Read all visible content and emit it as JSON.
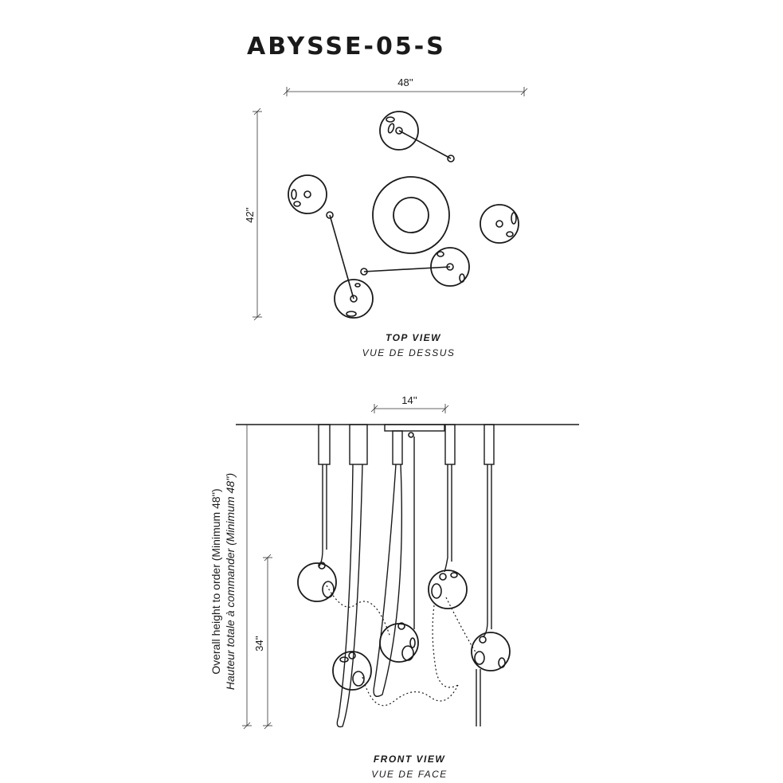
{
  "title": "ABYSSE-05-S",
  "top_view": {
    "width_label": "48''",
    "depth_label": "42''",
    "caption": "TOP VIEW",
    "caption_fr": "VUE DE DESSUS"
  },
  "front_view": {
    "canopy_label": "14''",
    "drop_label": "34''",
    "overall_height_label": "Overall height to order (Minimum 48'')",
    "overall_height_label_fr": "Hauteur totale à commander (Minimum 48'')",
    "caption": "FRONT VIEW",
    "caption_fr": "VUE DE FACE"
  }
}
